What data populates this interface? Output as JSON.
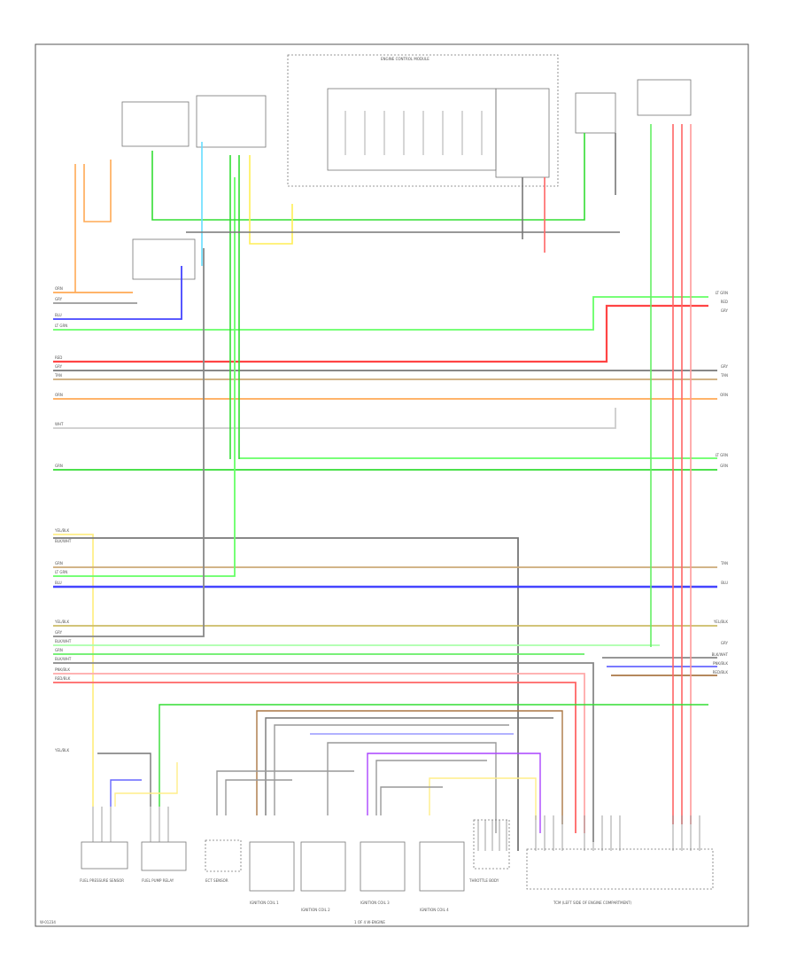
{
  "colors": {
    "frame": "#555555",
    "component": "#777777",
    "wire_green": "#33dd33",
    "wire_red": "#ff4444",
    "wire_pink": "#ff9999",
    "wire_orange": "#ffaa55",
    "wire_tan": "#ccaa77",
    "wire_blue": "#4444ff",
    "wire_lightblue": "#66ddff",
    "wire_yellow": "#ffee55",
    "wire_gray": "#666666",
    "wire_violet": "#aa44ff",
    "wire_brown": "#aa7744"
  },
  "labels": {
    "footer_code": "W-01234",
    "footer_center": "1 OF 4 W-ENGINE",
    "header_block": "ENGINE CONTROL MODULE"
  },
  "wire_labels_left": [
    "ORN",
    "GRY",
    "BLU",
    "LT GRN",
    "RED",
    "GRY",
    "TAN",
    "ORN",
    "WHT",
    "GRN",
    "YEL/BLK",
    "BLK/WHT",
    "GRN",
    "LT GRN",
    "BLU",
    "YEL/BLK",
    "GRY",
    "BLK/WHT",
    "GRN",
    "BLK/WHT",
    "PNK/BLK",
    "RED/BLK",
    "YEL/BLK"
  ],
  "wire_labels_right": [
    "LT GRN",
    "RED",
    "GRY",
    "GRY",
    "TAN",
    "ORN",
    "LT GRN",
    "GRN",
    "TAN",
    "BLU",
    "YEL/BLK",
    "GRY",
    "BLK/WHT",
    "PNK/BLK",
    "RED/BLK"
  ],
  "bottom_components": [
    {
      "id": "c1",
      "label": "FUEL PRESSURE SENSOR"
    },
    {
      "id": "c2",
      "label": "FUEL PUMP RELAY"
    },
    {
      "id": "c3",
      "label": "ECT SENSOR"
    },
    {
      "id": "c4",
      "label": "IGNITION COIL 1"
    },
    {
      "id": "c5",
      "label": "IGNITION COIL 2"
    },
    {
      "id": "c6",
      "label": "IGNITION COIL 3"
    },
    {
      "id": "c7",
      "label": "IGNITION COIL 4"
    },
    {
      "id": "c8",
      "label": "THROTTLE BODY"
    },
    {
      "id": "c9",
      "label": "TCM (LEFT SIDE OF ENGINE COMPARTMENT)"
    }
  ]
}
